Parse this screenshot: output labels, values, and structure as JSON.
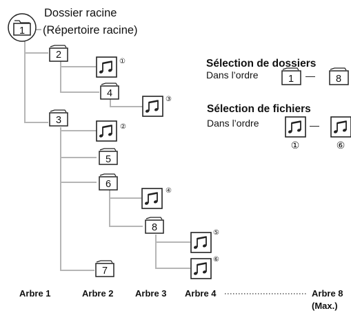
{
  "root": {
    "title": "Dossier racine",
    "subtitle": "(Répertoire racine)"
  },
  "legend": {
    "folders": {
      "heading": "Sélection de dossiers",
      "order_text": "Dans l’ordre",
      "from": "1",
      "to": "8"
    },
    "files": {
      "heading": "Sélection de fichiers",
      "order_text": "Dans l’ordre",
      "from": "①",
      "to": "⑥"
    },
    "dash": "—"
  },
  "folders": [
    "1",
    "2",
    "3",
    "4",
    "5",
    "6",
    "7",
    "8"
  ],
  "files": [
    "①",
    "②",
    "③",
    "④",
    "⑤",
    "⑥"
  ],
  "trees": {
    "t1": "Arbre 1",
    "t2": "Arbre 2",
    "t3": "Arbre 3",
    "t4": "Arbre 4",
    "t8": "Arbre 8",
    "max": "(Max.)"
  },
  "colors": {
    "line": "#b5b5b5",
    "stroke": "#222222",
    "text": "#111111"
  },
  "icons": {
    "folder": "folder-icon",
    "file": "music-note-icon"
  }
}
